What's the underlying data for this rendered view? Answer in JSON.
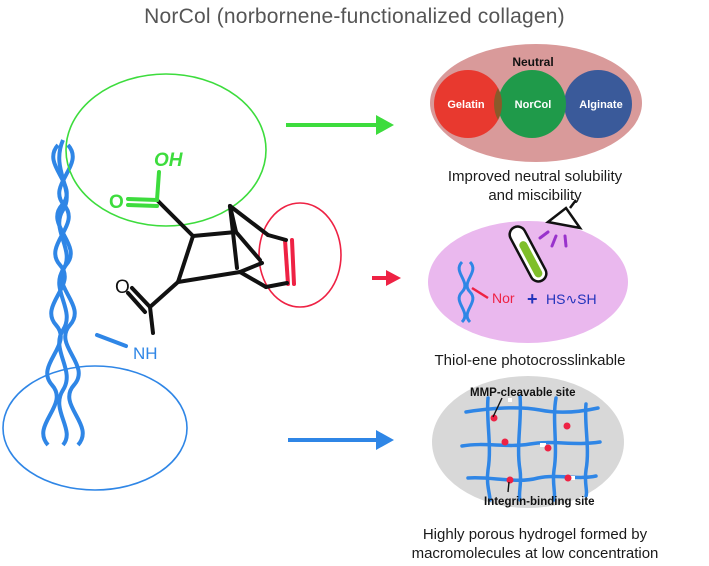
{
  "title": "NorCol (norbornene-functionalized collagen)",
  "molecule": {
    "oh_label": "OH",
    "o_label": "O",
    "o_label_2": "O",
    "nh_label": "NH"
  },
  "panel_blend": {
    "top_label": "Neutral",
    "circles": [
      "Gelatin",
      "NorCol",
      "Alginate"
    ],
    "caption_line1": "Improved neutral solubility",
    "caption_line2": "and miscibility"
  },
  "panel_crosslink": {
    "nor_label": "Nor",
    "plus": "+",
    "thiol_label": "HS∿SH",
    "caption": "Thiol-ene photocrosslinkable"
  },
  "panel_network": {
    "mmp_label": "MMP-cleavable site",
    "integrin_label": "Integrin-binding site",
    "caption_line1": "Highly porous hydrogel formed by",
    "caption_line2": "macromolecules at low concentration"
  },
  "colors": {
    "green": "#3ddc3d",
    "red": "#ee2244",
    "blue": "#2f86e6",
    "gelatin": "#e8392f",
    "norcol": "#1f9a4a",
    "alginate": "#3a5a9a",
    "outer_blend": "#d99a9a",
    "crosslink_bg": "#eab8ee",
    "network_bg": "#d8d8d8"
  }
}
